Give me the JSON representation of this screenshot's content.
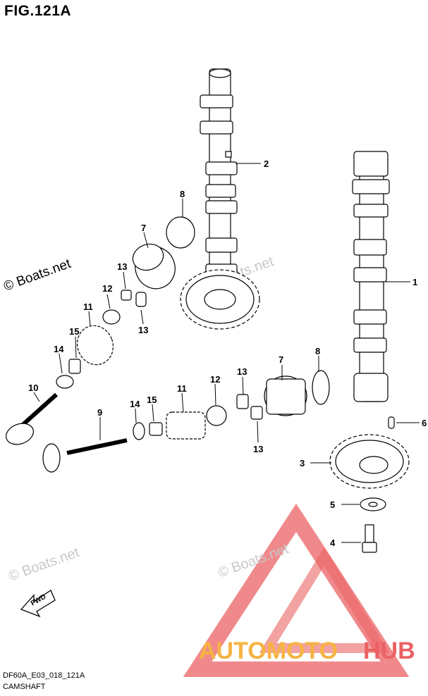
{
  "figure": {
    "title": "FIG.121A",
    "footer_code": "DF60A_E03_018_121A",
    "footer_name": "CAMSHAFT"
  },
  "watermarks": {
    "boats_dark": "© Boats.net",
    "boats_light": "Boats.net",
    "logo_text_part1": "AUTOMOTO",
    "logo_text_part2": "HUB"
  },
  "callouts": [
    {
      "id": "c1",
      "label": "1"
    },
    {
      "id": "c2",
      "label": "2"
    },
    {
      "id": "c3",
      "label": "3"
    },
    {
      "id": "c4",
      "label": "4"
    },
    {
      "id": "c5",
      "label": "5"
    },
    {
      "id": "c6",
      "label": "6"
    },
    {
      "id": "c7a",
      "label": "7"
    },
    {
      "id": "c7b",
      "label": "7"
    },
    {
      "id": "c8a",
      "label": "8"
    },
    {
      "id": "c8b",
      "label": "8"
    },
    {
      "id": "c9",
      "label": "9"
    },
    {
      "id": "c10",
      "label": "10"
    },
    {
      "id": "c11a",
      "label": "11"
    },
    {
      "id": "c11b",
      "label": "11"
    },
    {
      "id": "c12a",
      "label": "12"
    },
    {
      "id": "c12b",
      "label": "12"
    },
    {
      "id": "c13a",
      "label": "13"
    },
    {
      "id": "c13b",
      "label": "13"
    },
    {
      "id": "c13c",
      "label": "13"
    },
    {
      "id": "c13d",
      "label": "13"
    },
    {
      "id": "c14a",
      "label": "14"
    },
    {
      "id": "c14b",
      "label": "14"
    },
    {
      "id": "c15a",
      "label": "15"
    },
    {
      "id": "c15b",
      "label": "15"
    }
  ],
  "fwd_label": "FWD",
  "colors": {
    "logo_red": "#e8474a",
    "logo_orange": "#f5a623",
    "watermark_gray": "#c8c8c8"
  }
}
